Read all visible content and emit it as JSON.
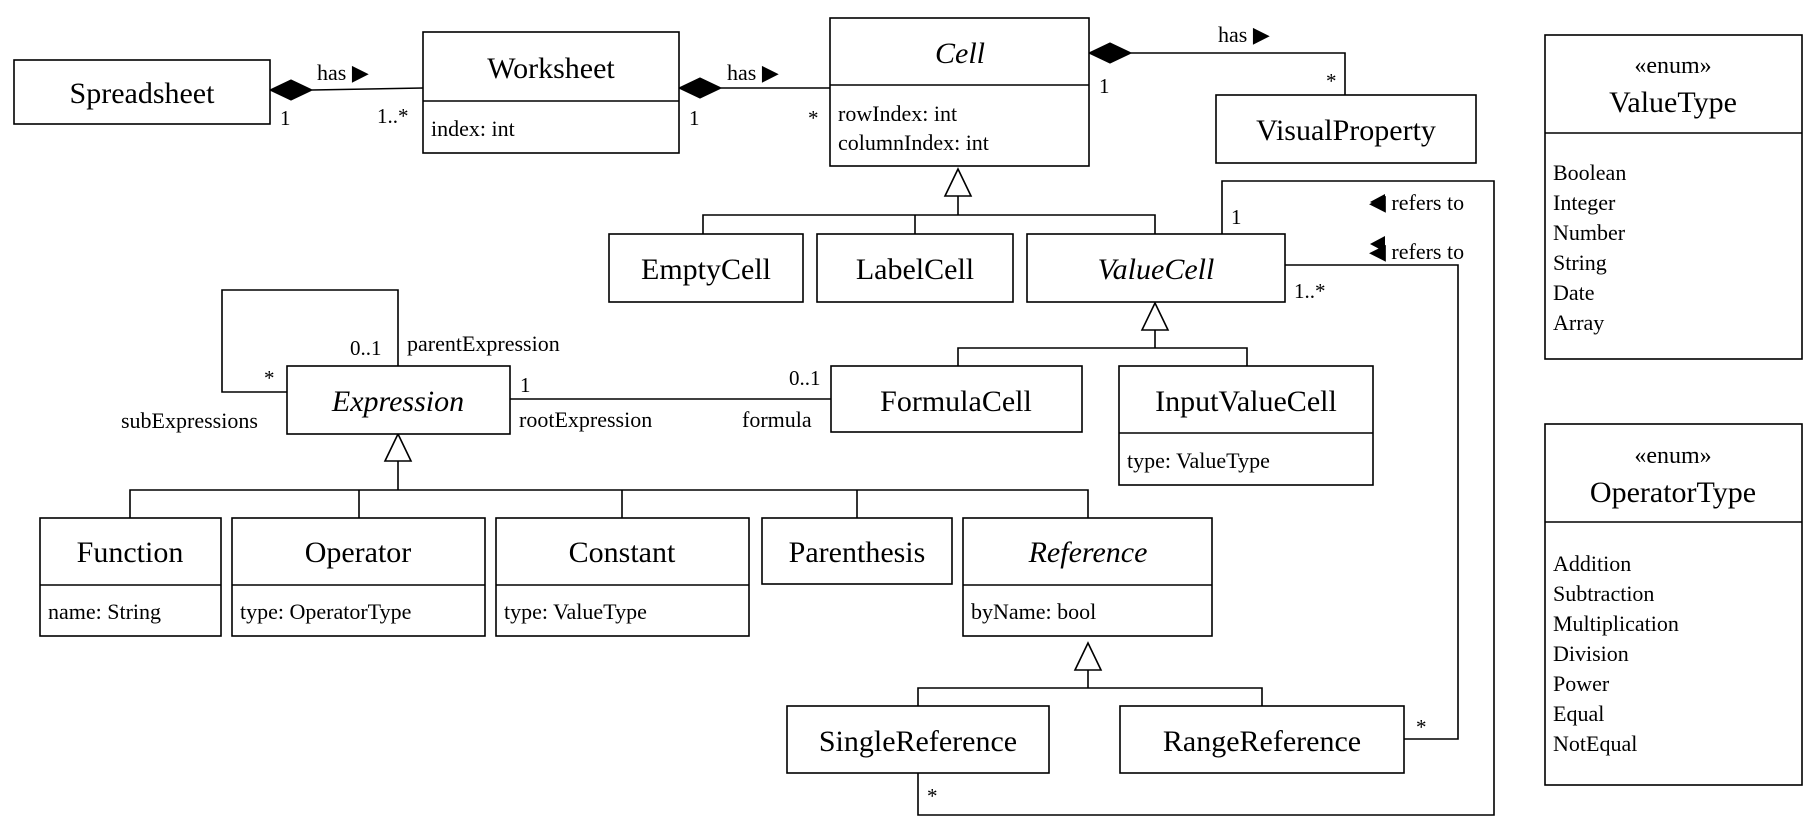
{
  "classes": {
    "spreadsheet": {
      "name": "Spreadsheet"
    },
    "worksheet": {
      "name": "Worksheet",
      "attrs": [
        "index: int"
      ]
    },
    "cell": {
      "name": "Cell",
      "attrs": [
        "rowIndex: int",
        "columnIndex: int"
      ]
    },
    "visualproperty": {
      "name": "VisualProperty"
    },
    "emptycell": {
      "name": "EmptyCell"
    },
    "labelcell": {
      "name": "LabelCell"
    },
    "valuecell": {
      "name": "ValueCell"
    },
    "formulacell": {
      "name": "FormulaCell"
    },
    "inputvaluecell": {
      "name": "InputValueCell",
      "attrs": [
        "type: ValueType"
      ]
    },
    "expression": {
      "name": "Expression"
    },
    "function": {
      "name": "Function",
      "attrs": [
        "name: String"
      ]
    },
    "operator": {
      "name": "Operator",
      "attrs": [
        "type: OperatorType"
      ]
    },
    "constant": {
      "name": "Constant",
      "attrs": [
        "type: ValueType"
      ]
    },
    "parenthesis": {
      "name": "Parenthesis"
    },
    "reference": {
      "name": "Reference",
      "attrs": [
        "byName: bool"
      ]
    },
    "singlereference": {
      "name": "SingleReference"
    },
    "rangereference": {
      "name": "RangeReference"
    }
  },
  "enums": {
    "valuetype": {
      "stereotype": "«enum»",
      "name": "ValueType",
      "values": [
        "Boolean",
        "Integer",
        "Number",
        "String",
        "Date",
        "Array"
      ]
    },
    "operatortype": {
      "stereotype": "«enum»",
      "name": "OperatorType",
      "values": [
        "Addition",
        "Subtraction",
        "Multiplication",
        "Division",
        "Power",
        "Equal",
        "NotEqual"
      ]
    }
  },
  "associations": {
    "spreadsheet_worksheet": {
      "label": "has ▶",
      "source_mult": "1",
      "target_mult": "1..*"
    },
    "worksheet_cell": {
      "label": "has ▶",
      "source_mult": "1",
      "target_mult": "*"
    },
    "cell_visualproperty": {
      "label": "has ▶",
      "source_mult": "1",
      "target_mult": "*"
    },
    "expression_self": {
      "parent_mult": "0..1",
      "parent_role": "parentExpression",
      "child_mult": "*",
      "child_role": "subExpressions"
    },
    "expression_formula": {
      "expression_mult": "1",
      "expression_role": "rootExpression",
      "formula_mult": "0..1",
      "formula_role": "formula"
    },
    "singlereference_valuecell": {
      "label": "◀ refers to",
      "valuecell_mult": "1",
      "reference_mult": "*"
    },
    "rangereference_valuecell": {
      "label": "◀ refers to",
      "valuecell_mult": "1..*",
      "reference_mult": "*"
    }
  }
}
